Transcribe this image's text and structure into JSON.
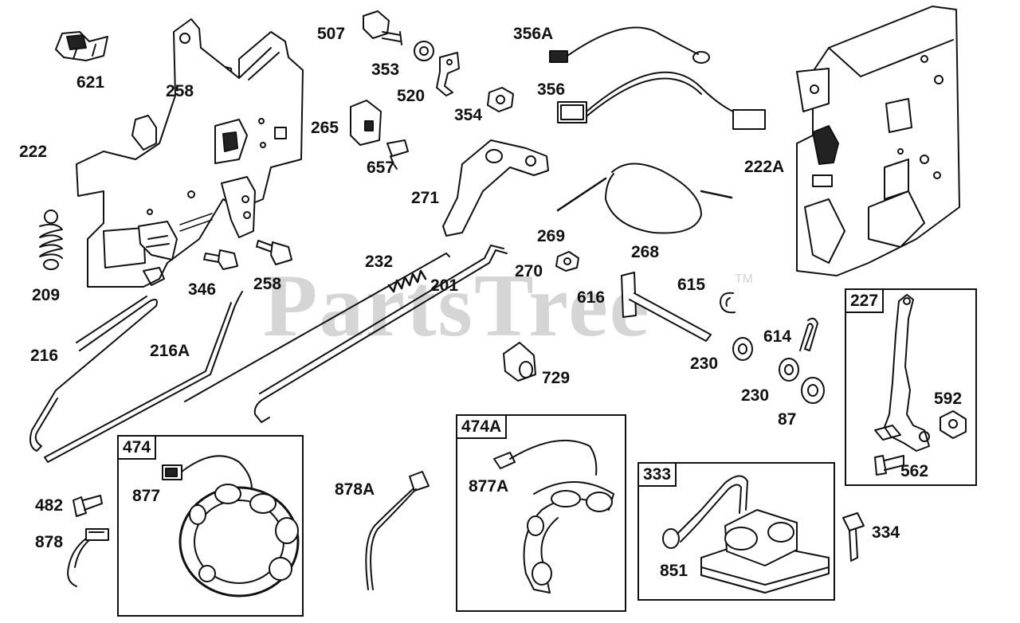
{
  "watermark": {
    "text": "PartsTree",
    "tm": "TM"
  },
  "kits": {
    "k474": "474",
    "k474A": "474A",
    "k333": "333",
    "k227": "227"
  },
  "labels": {
    "p621": "621",
    "p258a": "258",
    "p222": "222",
    "p209": "209",
    "p346": "346",
    "p258b": "258",
    "p216": "216",
    "p216A": "216A",
    "p507": "507",
    "p353": "353",
    "p520": "520",
    "p354": "354",
    "p265": "265",
    "p657": "657",
    "p356A": "356A",
    "p356": "356",
    "p271": "271",
    "p269": "269",
    "p268": "268",
    "p270": "270",
    "p232": "232",
    "p201": "201",
    "p222A": "222A",
    "p616": "616",
    "p615": "615",
    "p614": "614",
    "p230a": "230",
    "p230b": "230",
    "p87": "87",
    "p729": "729",
    "p592": "592",
    "p562": "562",
    "p482": "482",
    "p878": "878",
    "p877": "877",
    "p878A": "878A",
    "p877A": "877A",
    "p851": "851",
    "p334": "334"
  }
}
